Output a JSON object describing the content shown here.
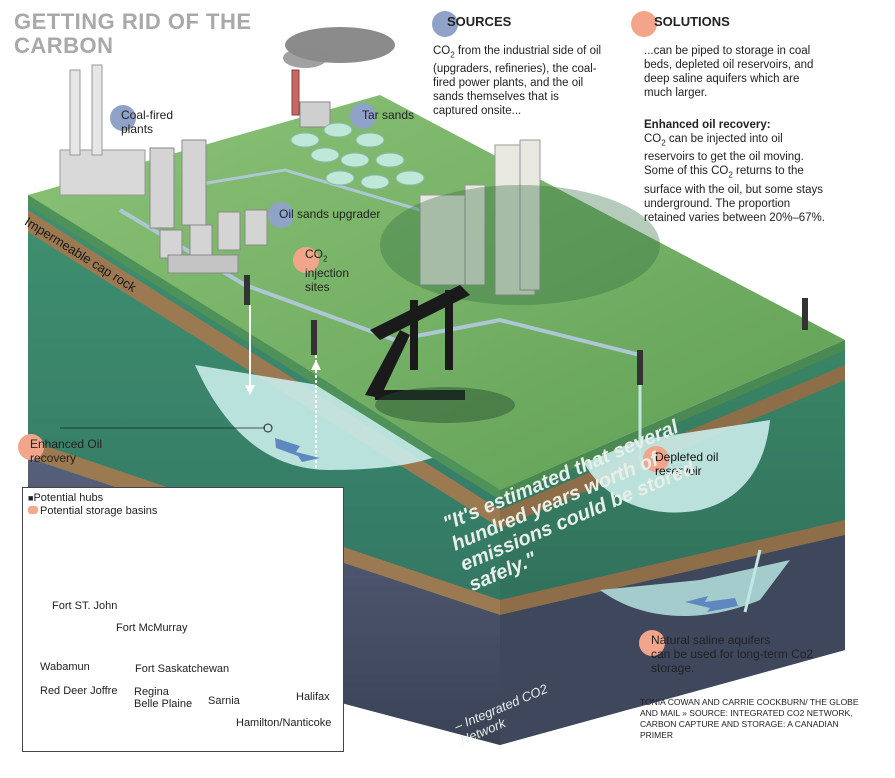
{
  "title": "GETTING RID OF THE CARBON",
  "sources": {
    "heading": "SOURCES",
    "text_pre": "CO",
    "text_sub": "2",
    "text_post": " from the industrial side of oil (upgraders, refineries), the coal-fired power plants, and the oil sands themselves that is captured onsite..."
  },
  "solutions": {
    "heading": "SOLUTIONS",
    "text": "...can be piped to storage in coal beds, depleted oil reservoirs, and deep saline aquifers which are much larger.",
    "eor_heading": "Enhanced oil recovery:",
    "eor_pre": "CO",
    "eor_sub": "2",
    "eor_mid": " can be injected into oil reservoirs to get the oil moving. Some of this CO",
    "eor_sub2": "2",
    "eor_post": " returns to the surface with the oil, but some stays underground. The proportion retained varies between 20%–67%."
  },
  "labels": {
    "coal_fired": "Coal-fired plants",
    "tar_sands": "Tar sands",
    "upgrader": "Oil sands upgrader",
    "co2_injection_pre": "CO",
    "co2_injection_sub": "2",
    "co2_injection_post": "injection sites",
    "cap_rock": "Impermeable cap rock",
    "enhanced": "Enhanced Oil recovery",
    "depleted": "Depleted oil reservoir",
    "saline_bold": "Natural saline aquifers",
    "saline_rest": "can be used for long-term Co2 storage."
  },
  "quote": {
    "text": "\"It's estimated that several hundred years worth of emissions could be stored safely.\"",
    "attribution": "– Integrated CO2 Network"
  },
  "credit": "TONIA COWAN AND CARRIE COCKBURN/ THE GLOBE AND MAIL » SOURCE: INTEGRATED CO2 NETWORK, CARBON CAPTURE AND STORAGE: A CANADIAN PRIMER",
  "map": {
    "legend_hubs": "Potential hubs",
    "legend_basins": "Potential storage basins",
    "cities": [
      "Fort ST. John",
      "Fort McMurray",
      "Wabamun",
      "Fort Saskatchewan",
      "Red Deer Joffre",
      "Regina",
      "Belle Plaine",
      "Sarnia",
      "Halifax",
      "Hamilton/Nanticoke"
    ]
  },
  "colors": {
    "ground_top": "#6fae5f",
    "ground_side": "#3a8a63",
    "cap_rock": "#9b7a52",
    "aquifer": "#c9ecea",
    "basin": "#f2a98c",
    "dot_blue": "#8fa3c8",
    "dot_orange": "#f2a58a"
  }
}
